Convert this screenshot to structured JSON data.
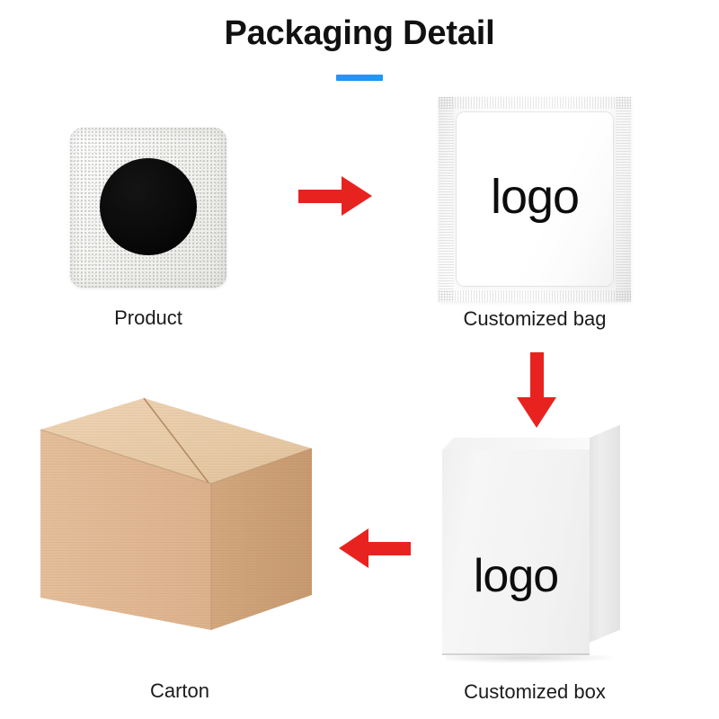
{
  "header": {
    "title": "Packaging Detail",
    "accent_color": "#2196f3"
  },
  "theme": {
    "background": "#ffffff",
    "text_color": "#111111",
    "arrow_color": "#e8231f",
    "carton_top_color": "#e8cba8",
    "carton_left_color": "#e0b892",
    "carton_front_color": "#cda077",
    "carton_edge_color": "#9c7550",
    "patch_color": "#f3f3f1",
    "patch_dot_color": "#000000",
    "bag_color": "#ffffff",
    "box_color": "#f2f2f2"
  },
  "steps": [
    {
      "id": "product",
      "caption": "Product",
      "icon": "nonwoven-patch-icon",
      "logo_text": ""
    },
    {
      "id": "customized-bag",
      "caption": "Customized bag",
      "icon": "sachet-bag-icon",
      "logo_text": "logo"
    },
    {
      "id": "customized-box",
      "caption": "Customized box",
      "icon": "product-box-icon",
      "logo_text": "logo"
    },
    {
      "id": "carton",
      "caption": "Carton",
      "icon": "shipping-carton-icon",
      "logo_text": ""
    }
  ],
  "arrows": [
    {
      "id": "arrow-1",
      "direction": "right",
      "from": "product",
      "to": "customized-bag"
    },
    {
      "id": "arrow-2",
      "direction": "down",
      "from": "customized-bag",
      "to": "customized-box"
    },
    {
      "id": "arrow-3",
      "direction": "left",
      "from": "customized-box",
      "to": "carton"
    }
  ]
}
